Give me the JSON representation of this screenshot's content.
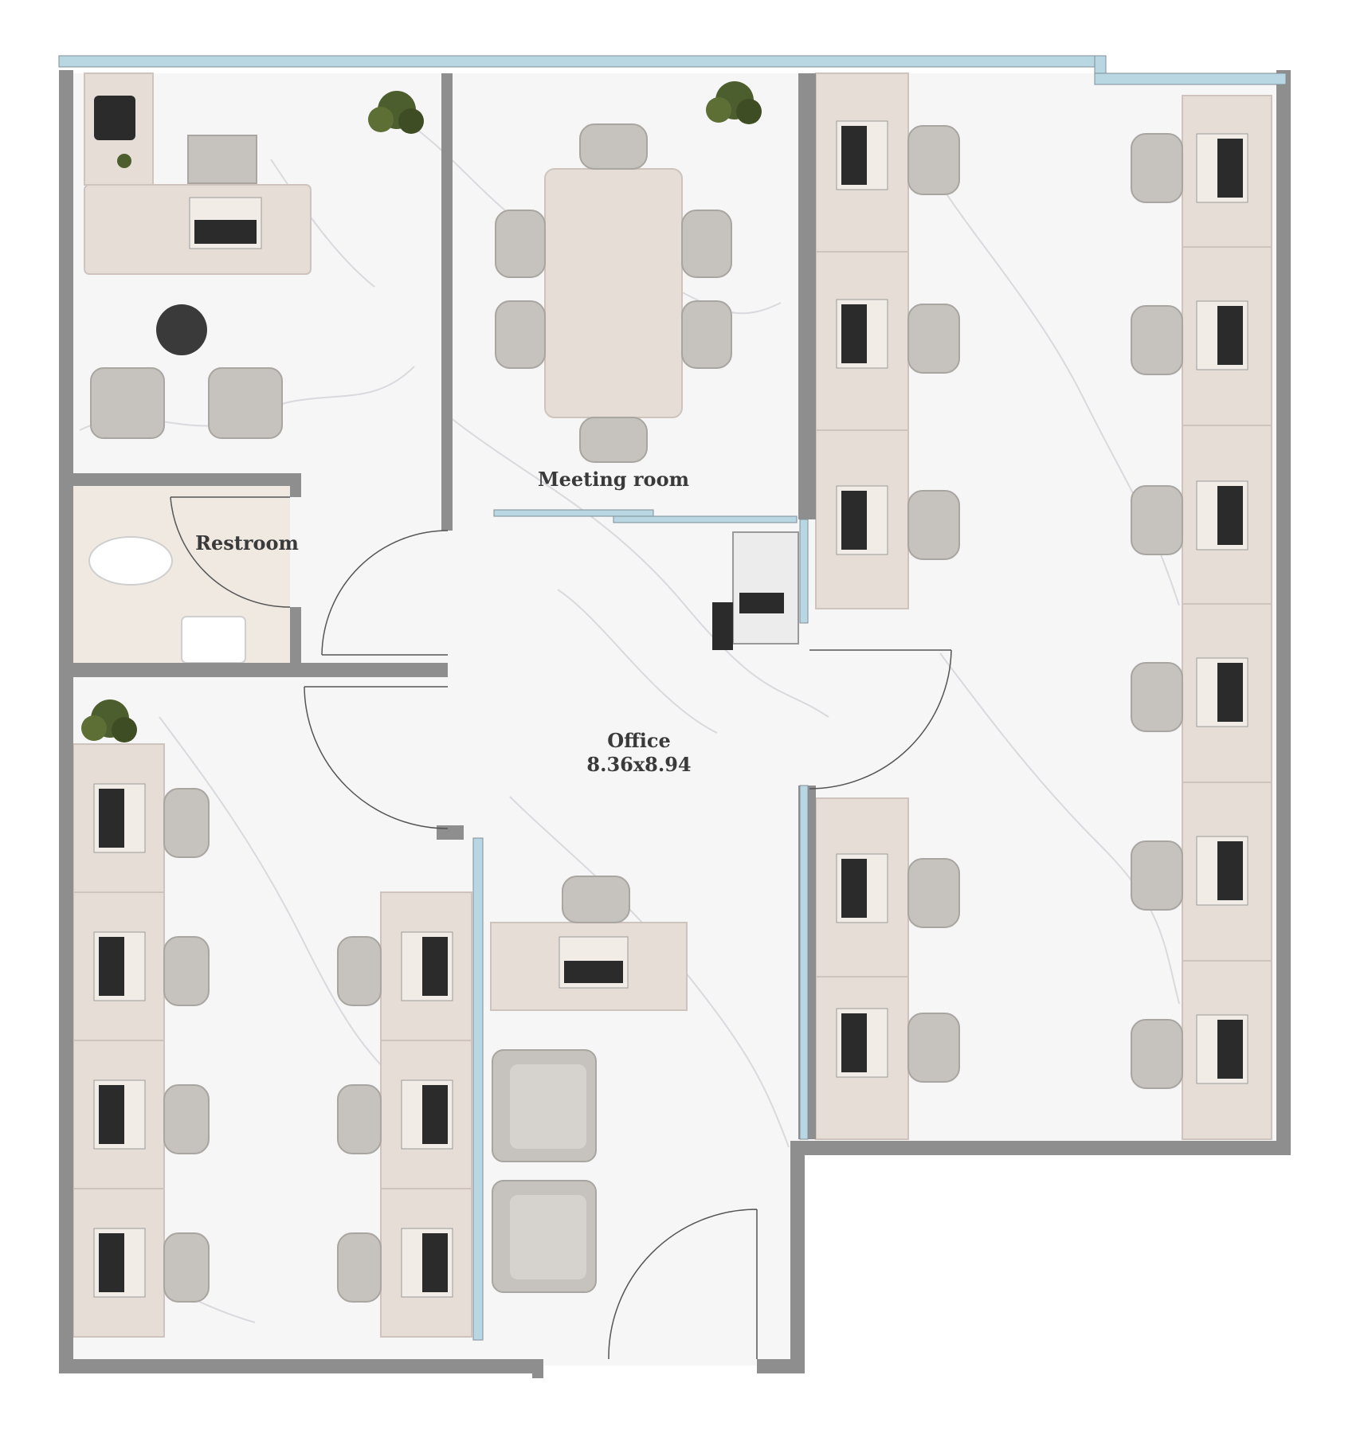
{
  "labels": {
    "meeting_room": "Meeting room",
    "restroom": "Restroom",
    "office": "Office",
    "office_dims": "8.36x8.94"
  },
  "colors": {
    "wall": "#8e8e8e",
    "floor": "#f6f6f6",
    "marble_vein": "#d6d6dc",
    "desk": "#e6ddd7",
    "desk_edge": "#cfc4bd",
    "chair": "#c6c2be",
    "chair_edge": "#a9a5a1",
    "laptop": "#2b2b2b",
    "glass": "#b9d7e2",
    "plant": "#4d5e2e",
    "door_arc": "#555555",
    "restroom_floor": "#efe9e2"
  }
}
